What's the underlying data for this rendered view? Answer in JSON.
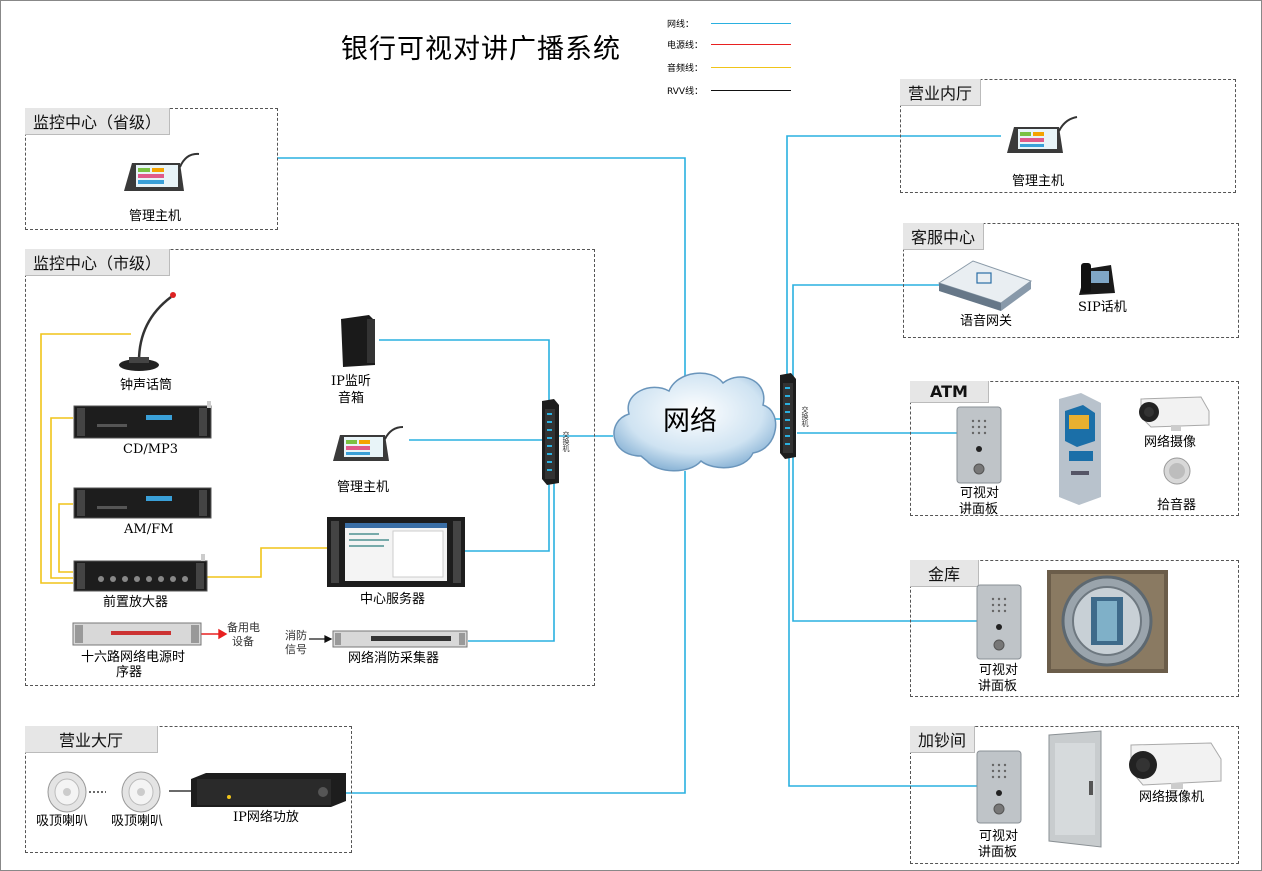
{
  "title": "银行可视对讲广播系统",
  "legend": [
    {
      "label": "网线：",
      "color": "#2ab0e0"
    },
    {
      "label": "电源线：",
      "color": "#e82020"
    },
    {
      "label": "音频线：",
      "color": "#f0c419"
    },
    {
      "label": "RVV线：",
      "color": "#111111"
    }
  ],
  "cloud_label": "网络",
  "switch_label": "交换机",
  "zones": {
    "provincial": {
      "label": "监控中心（省级）",
      "devices": {
        "host": "管理主机"
      }
    },
    "city": {
      "label": "监控中心（市级）",
      "devices": {
        "mic": "钟声话筒",
        "cd": "CD/MP3",
        "am": "AM/FM",
        "preamp": "前置放大器",
        "sequencer_l1": "十六路网络电源时",
        "sequencer_l2": "序器",
        "spare_l1": "备用电",
        "spare_l2": "设备",
        "speaker_l1": "IP监听",
        "speaker_l2": "音箱",
        "host": "管理主机",
        "server": "中心服务器",
        "fire_l1": "消防",
        "fire_l2": "信号",
        "fire_collector": "网络消防采集器"
      }
    },
    "hall": {
      "label": "营业大厅",
      "devices": {
        "ceiling1": "吸顶喇叭",
        "ceiling2": "吸顶喇叭",
        "amp": "IP网络功放"
      }
    },
    "inner": {
      "label": "营业内厅",
      "devices": {
        "host": "管理主机"
      }
    },
    "service": {
      "label": "客服中心",
      "devices": {
        "gateway": "语音网关",
        "sip": "SIP话机"
      }
    },
    "atm": {
      "label": "ATM",
      "devices": {
        "panel_l1": "可视对",
        "panel_l2": "讲面板",
        "camera": "网络摄像",
        "pickup": "拾音器"
      }
    },
    "vault": {
      "label": "金库",
      "devices": {
        "panel_l1": "可视对",
        "panel_l2": "讲面板"
      }
    },
    "cash": {
      "label": "加钞间",
      "devices": {
        "panel_l1": "可视对",
        "panel_l2": "讲面板",
        "camera": "网络摄像机"
      }
    }
  }
}
